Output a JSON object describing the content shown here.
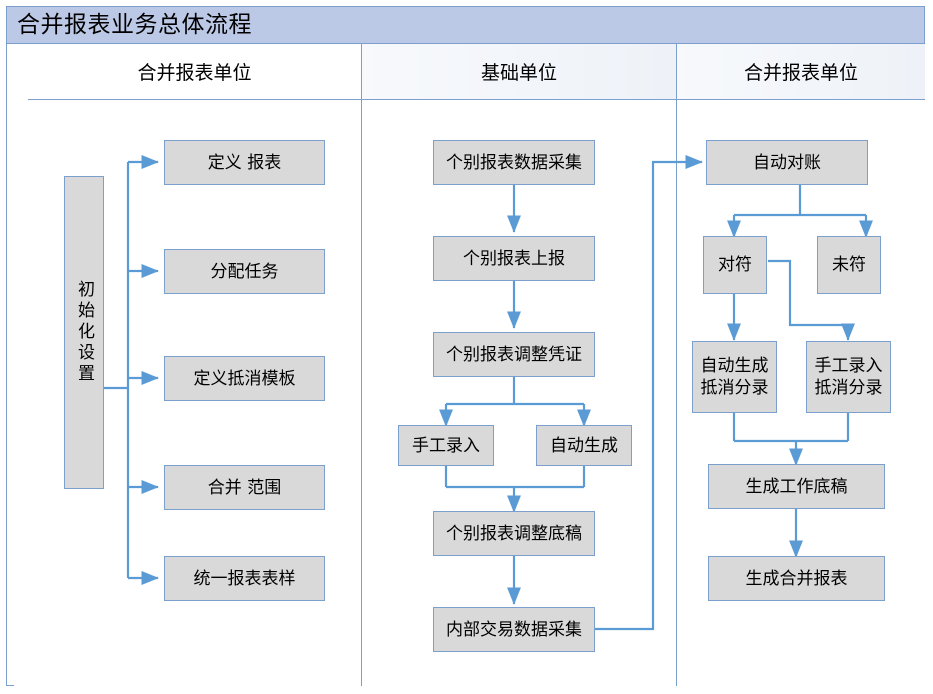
{
  "title": "合并报表业务总体流程",
  "columns": [
    {
      "id": "col-left",
      "label": "合并报表单位"
    },
    {
      "id": "col-mid",
      "label": "基础单位"
    },
    {
      "id": "col-right",
      "label": "合并报表单位"
    }
  ],
  "colors": {
    "title_bar": "#bcc9e6",
    "node_fill": "#d9d9d9",
    "node_border": "#7ba0cd",
    "connector": "#5b9bd5",
    "table_border": "#7ba0cd"
  },
  "nodes": {
    "init_setup": "初始化设置",
    "define_report": "定义 报表",
    "assign_task": "分配任务",
    "define_offset_template": "定义抵消模板",
    "merge_scope": "合并 范围",
    "unified_report_form": "统一报表表样",
    "individual_report_collect": "个别报表数据采集",
    "individual_report_submit": "个别报表上报",
    "individual_report_adjust_voucher": "个别报表调整凭证",
    "manual_entry": "手工录入",
    "auto_generate": "自动生成",
    "individual_report_adjust_draft": "个别报表调整底稿",
    "internal_txn_collect": "内部交易数据采集",
    "auto_reconcile": "自动对账",
    "matched": "对符",
    "unmatched": "未符",
    "auto_gen_offset_entry": "自动生成\n抵消分录",
    "manual_offset_entry": "手工录入\n抵消分录",
    "gen_working_draft": "生成工作底稿",
    "gen_merged_report": "生成合并报表"
  },
  "diagram_meta": {
    "type": "swimlane-flowchart",
    "lane_count": 3,
    "node_count": 20
  }
}
